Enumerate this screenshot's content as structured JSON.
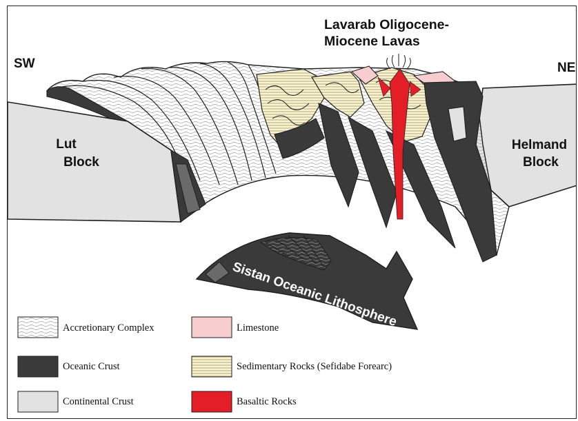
{
  "labels": {
    "sw": "SW",
    "ne": "NE",
    "lava_line1": "Lavarab Oligocene-",
    "lava_line2": "Miocene Lavas",
    "lut_line1": "Lut",
    "lut_line2": "Block",
    "helmand_line1": "Helmand",
    "helmand_line2": "Block",
    "sistan": "Sistan Oceanic Lithosphere"
  },
  "legend": [
    {
      "label": "Accretionary Complex",
      "pattern": "wavy-lines"
    },
    {
      "label": "Oceanic Crust",
      "color": "#3a3a3a"
    },
    {
      "label": "Continental Crust",
      "color": "#e2e2e3"
    },
    {
      "label": "Limestone",
      "color": "#f7cdd0"
    },
    {
      "label": "Sedimentary Rocks (Sefidabe Forearc)",
      "color": "#fbf4cd"
    },
    {
      "label": "Basaltic Rocks",
      "color": "#e41e26"
    }
  ],
  "colors": {
    "oceanic": "#3a3a3a",
    "continental": "#e2e2e3",
    "limestone": "#f7cdd0",
    "sedimentary": "#fbf4cd",
    "basalt": "#e41e26",
    "outline": "#1e1e1e"
  }
}
